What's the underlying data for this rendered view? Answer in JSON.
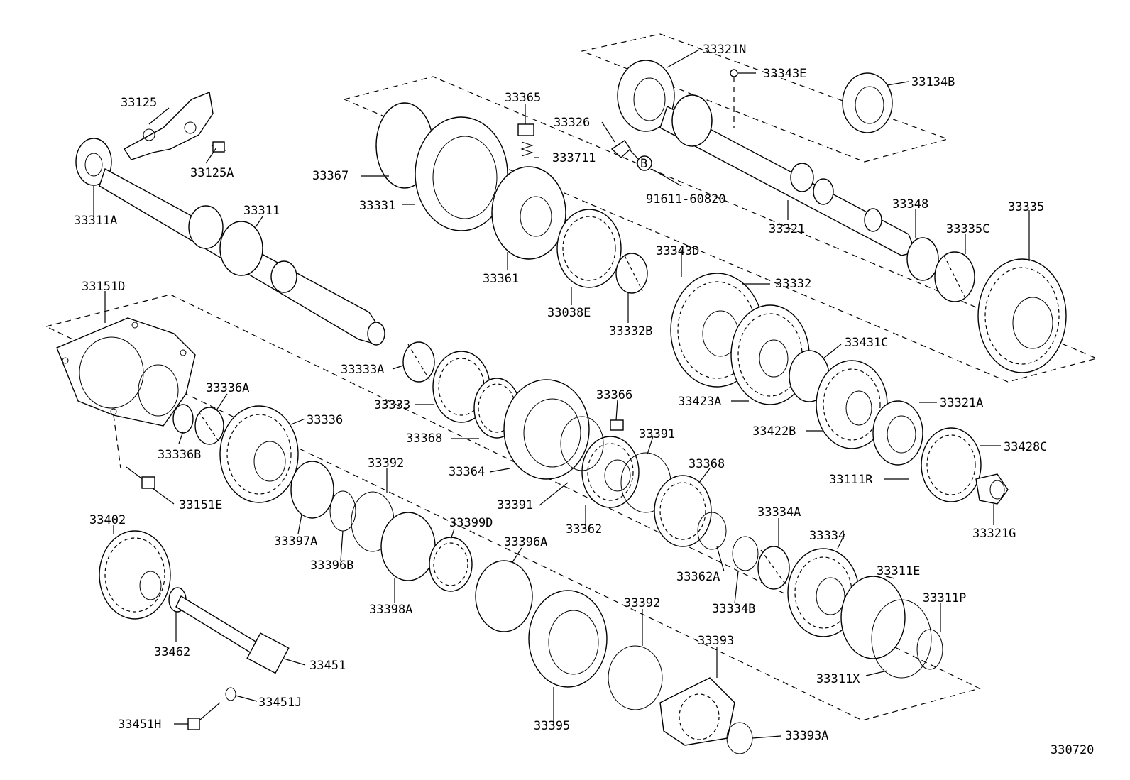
{
  "labels": {
    "l_33125": "33125",
    "l_33125A": "33125A",
    "l_33311A": "33311A",
    "l_33311": "33311",
    "l_33151D": "33151D",
    "l_33367": "33367",
    "l_33331": "33331",
    "l_33365": "33365",
    "l_333711": "333711",
    "l_33326": "33326",
    "l_91611": "91611-60820",
    "l_33361": "33361",
    "l_33038E": "33038E",
    "l_33321N": "33321N",
    "l_33343E": "33343E",
    "l_33134B": "33134B",
    "l_33321": "33321",
    "l_33348": "33348",
    "l_33335": "33335",
    "l_33335C": "33335C",
    "l_33343D": "33343D",
    "l_33332": "33332",
    "l_33332B": "33332B",
    "l_33431C": "33431C",
    "l_33423A": "33423A",
    "l_33321A": "33321A",
    "l_33422B": "33422B",
    "l_33428C": "33428C",
    "l_33111R": "33111R",
    "l_33321G": "33321G",
    "l_33333A": "33333A",
    "l_33333": "33333",
    "l_33368a": "33368",
    "l_33364": "33364",
    "l_33366": "33366",
    "l_33391a": "33391",
    "l_33391b": "33391",
    "l_33362": "33362",
    "l_33368b": "33368",
    "l_33362A": "33362A",
    "l_33336A": "33336A",
    "l_33336": "33336",
    "l_33336B": "33336B",
    "l_33151E": "33151E",
    "l_33392a": "33392",
    "l_33397A": "33397A",
    "l_33396B": "33396B",
    "l_33398A": "33398A",
    "l_33399D": "33399D",
    "l_33396A": "33396A",
    "l_33402": "33402",
    "l_33462": "33462",
    "l_33451": "33451",
    "l_33451J": "33451J",
    "l_33451H": "33451H",
    "l_33395": "33395",
    "l_33392b": "33392",
    "l_33393": "33393",
    "l_33393A": "33393A",
    "l_33334A": "33334A",
    "l_33334": "33334",
    "l_33334B": "33334B",
    "l_33311E": "33311E",
    "l_33311P": "33311P",
    "l_33311X": "33311X",
    "l_330720": "330720"
  },
  "callout_B": "B"
}
